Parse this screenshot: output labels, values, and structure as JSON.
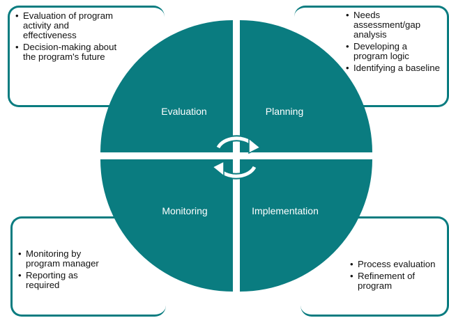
{
  "diagram": {
    "quadrants": {
      "top_left": "Evaluation",
      "top_right": "Planning",
      "bottom_left": "Monitoring",
      "bottom_right": "Implementation"
    },
    "callouts": {
      "top_left": [
        "Evaluation of program activity and effectiveness",
        "Decision-making about the program's future"
      ],
      "top_right": [
        "Needs assessment/gap analysis",
        "Developing a program logic",
        "Identifying a baseline"
      ],
      "bottom_left": [
        "Monitoring by program manager",
        "Reporting as required"
      ],
      "bottom_right": [
        "Process evaluation",
        "Refinement of program"
      ]
    },
    "center_icon": "cycle-arrows-icon"
  },
  "colors": {
    "wheel": "#0a7c80",
    "callout_border": "#0a7c80",
    "label": "#ffffff",
    "text": "#111111"
  }
}
